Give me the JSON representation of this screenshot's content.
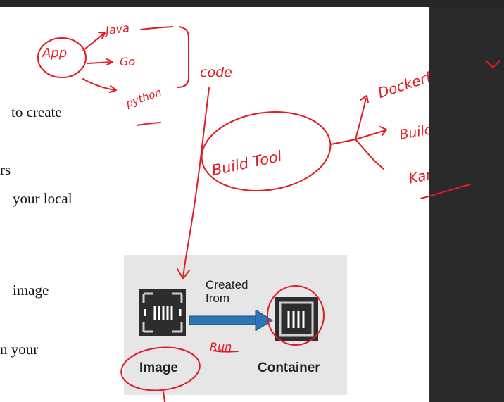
{
  "document": {
    "lines": [
      "to   create",
      "rs",
      "your  local",
      "image",
      "n  your"
    ]
  },
  "figure": {
    "image_label": "Image",
    "container_label": "Container",
    "arrow_label_line1": "Created",
    "arrow_label_line2": "from"
  },
  "annotations": {
    "app": "App",
    "java": "Java",
    "go": "Go",
    "python": "python",
    "code": "code",
    "build_tool": "Build Tool",
    "dockerfile": "Dockerfile",
    "buildah": "Buildah",
    "kaniko": "Kaniko",
    "run": "Run"
  },
  "colors": {
    "ink": "#e31b23",
    "arrow": "#2e75b6",
    "figure_bg": "#e6e6e6",
    "page_bg": "#ffffff",
    "side_bg": "#2a2a2a"
  }
}
